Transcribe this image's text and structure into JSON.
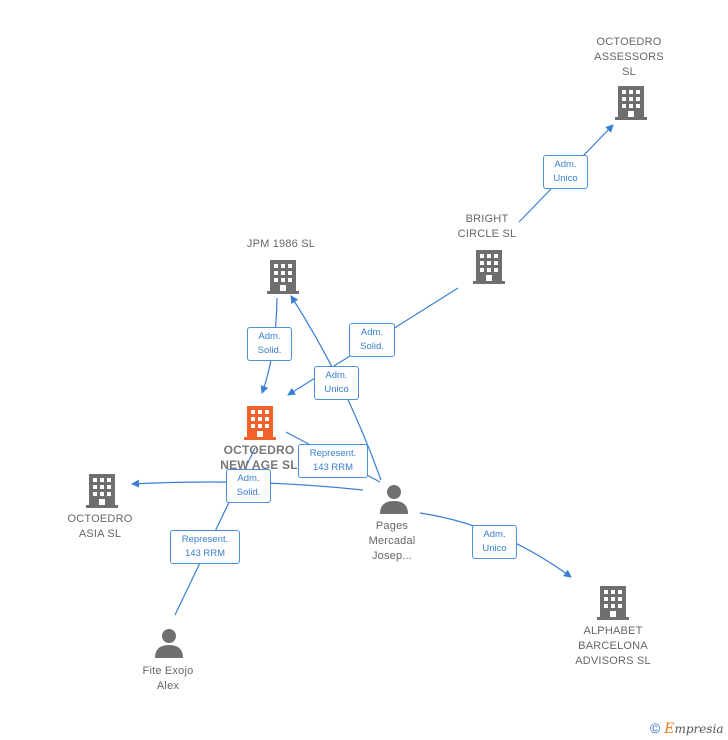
{
  "nodes": {
    "octoedro_assessors": {
      "label": "OCTOEDRO\nASSESSORS\nSL",
      "kind": "company"
    },
    "bright_circle": {
      "label": "BRIGHT\nCIRCLE  SL",
      "kind": "company"
    },
    "jpm_1986": {
      "label": "JPM 1986  SL",
      "kind": "company"
    },
    "octoedro_new_age": {
      "label": "OCTOEDRO\nNEW AGE  SL",
      "kind": "company-focus"
    },
    "octoedro_asia": {
      "label": "OCTOEDRO\nASIA  SL",
      "kind": "company"
    },
    "pages_mercadal": {
      "label": "Pages\nMercadal\nJosep...",
      "kind": "person"
    },
    "alphabet_barcelona": {
      "label": "ALPHABET\nBARCELONA\nADVISORS  SL",
      "kind": "company"
    },
    "fite_exojo": {
      "label": "Fite Exojo\nAlex",
      "kind": "person"
    }
  },
  "edges": [
    {
      "label": "Adm.\nUnico"
    },
    {
      "label": "Adm.\nSolid."
    },
    {
      "label": "Adm.\nSolid."
    },
    {
      "label": "Adm.\nUnico"
    },
    {
      "label": "Represent.\n143 RRM"
    },
    {
      "label": "Adm.\nSolid."
    },
    {
      "label": "Represent.\n143 RRM"
    },
    {
      "label": "Adm.\nUnico"
    }
  ],
  "colors": {
    "edge": "#3a7fd5",
    "company_icon": "#6f6f6f",
    "focus_icon": "#f0632a",
    "person_icon": "#6f6f6f"
  },
  "brand": {
    "copyright": "©",
    "name_initial": "E",
    "name_rest": "mpresia"
  }
}
